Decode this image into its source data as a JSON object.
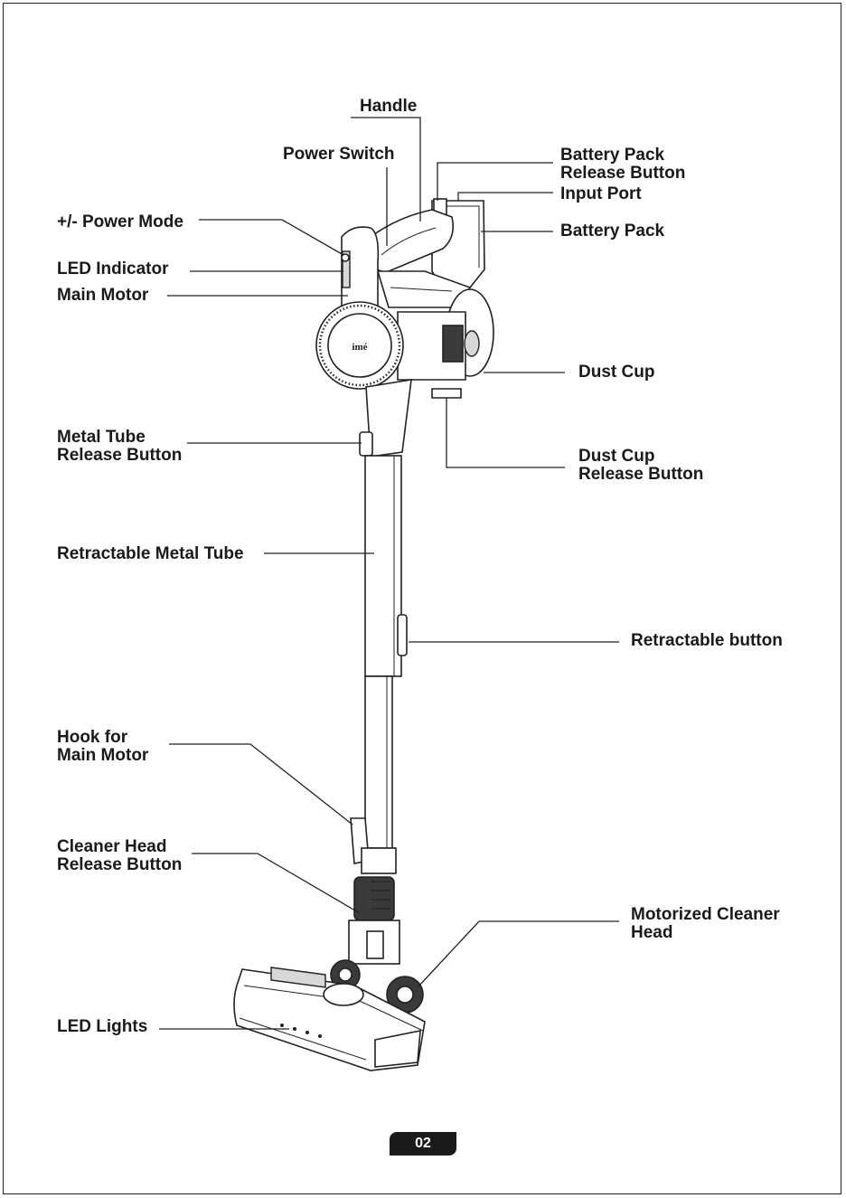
{
  "labels": {
    "handle": "Handle",
    "power_switch": "Power Switch",
    "battery_release": [
      "Battery Pack",
      "Release Button"
    ],
    "input_port": "Input Port",
    "battery_pack": "Battery Pack",
    "power_mode": "+/- Power Mode",
    "led_indicator": "LED Indicator",
    "main_motor": "Main Motor",
    "dust_cup": "Dust Cup",
    "metal_tube_release": [
      "Metal Tube",
      "Release Button"
    ],
    "dust_cup_release": [
      "Dust Cup",
      "Release Button"
    ],
    "retractable_tube": "Retractable Metal Tube",
    "retractable_button": "Retractable button",
    "hook": [
      "Hook for",
      "Main Motor"
    ],
    "cleaner_head_release": [
      "Cleaner Head",
      "Release Button"
    ],
    "motorized_head": [
      "Motorized Cleaner",
      "Head"
    ],
    "led_lights": "LED Lights"
  },
  "brand_logo": "imé",
  "page_number": "02"
}
